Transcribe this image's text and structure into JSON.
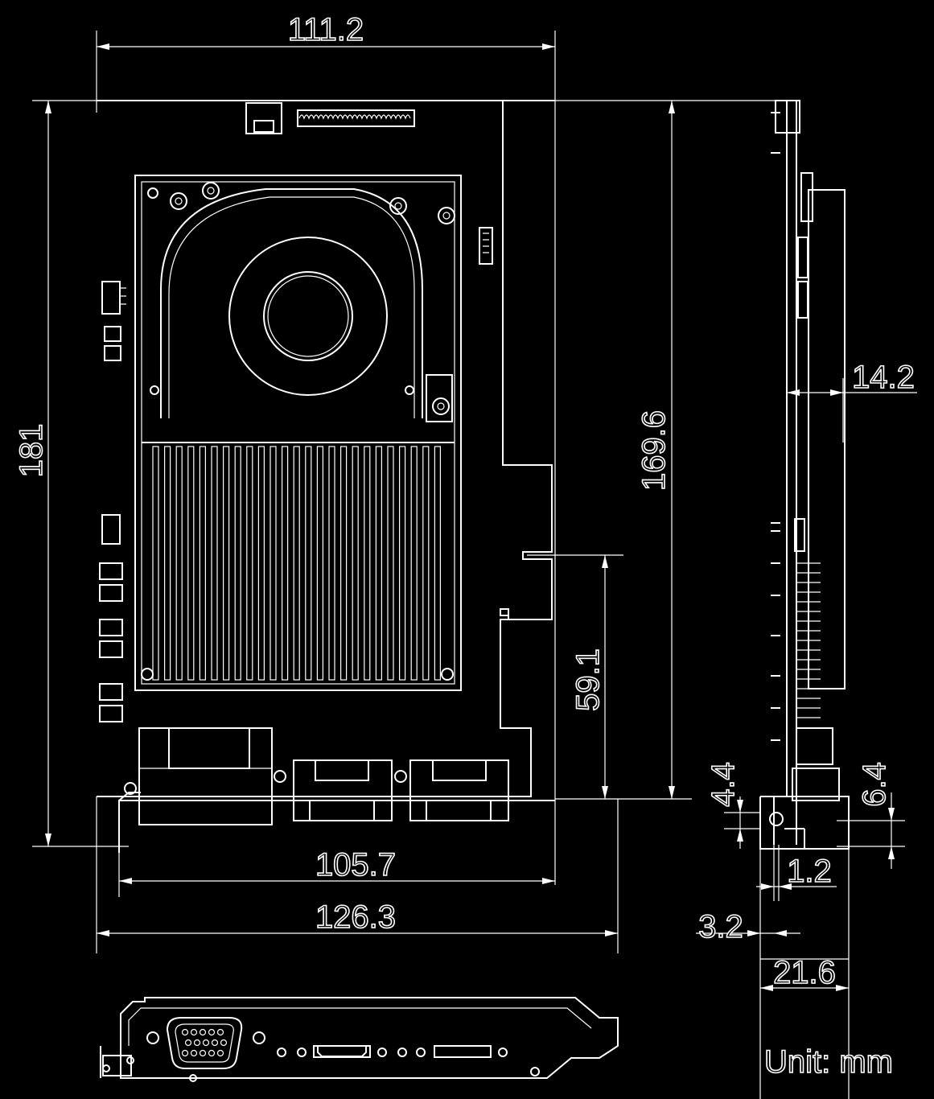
{
  "unit_label": "Unit: mm",
  "dimensions": {
    "top_width": "111.2",
    "total_height": "181",
    "bracket_height": "169.6",
    "side_thickness": "14.2",
    "slot_offset": "59.1",
    "bottom_width": "105.7",
    "overall_width": "126.3",
    "side_4_4": "4.4",
    "side_6_4": "6.4",
    "side_1_2": "1.2",
    "side_3_2": "3.2",
    "side_21_6": "21.6"
  },
  "colors": {
    "background": "#000000",
    "line": "#ffffff"
  }
}
